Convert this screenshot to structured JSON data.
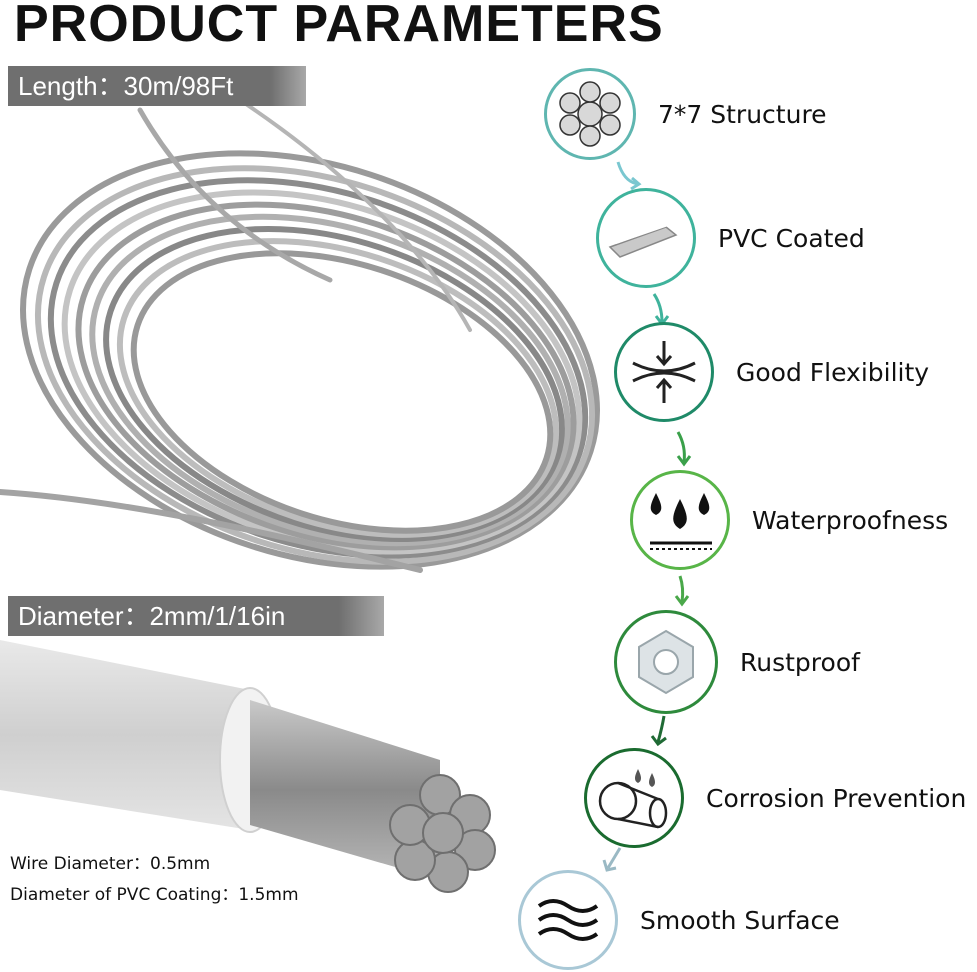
{
  "title": "PRODUCT PARAMETERS",
  "length_tag": "Length：30m/98Ft",
  "diameter_tag": "Diameter：2mm/1/16in",
  "specs": {
    "wire_diameter": "Wire Diameter：0.5mm",
    "coating_diameter": "Diameter of PVC Coating：1.5mm"
  },
  "features": [
    {
      "label": "7*7 Structure",
      "icon": "wire-strand-cross-section-icon",
      "color": "#5fb6b0"
    },
    {
      "label": "PVC Coated",
      "icon": "coated-cable-icon",
      "color": "#3fb39c"
    },
    {
      "label": "Good Flexibility",
      "icon": "flex-arrows-icon",
      "color": "#1f8a68"
    },
    {
      "label": "Waterproofness",
      "icon": "water-drops-icon",
      "color": "#58b548"
    },
    {
      "label": "Rustproof",
      "icon": "hex-nut-icon",
      "color": "#2e8a3c"
    },
    {
      "label": "Corrosion Prevention",
      "icon": "pipe-flange-icon",
      "color": "#1a6b2f"
    },
    {
      "label": "Smooth Surface",
      "icon": "wave-lines-icon",
      "color": "#a9c8d6"
    }
  ]
}
